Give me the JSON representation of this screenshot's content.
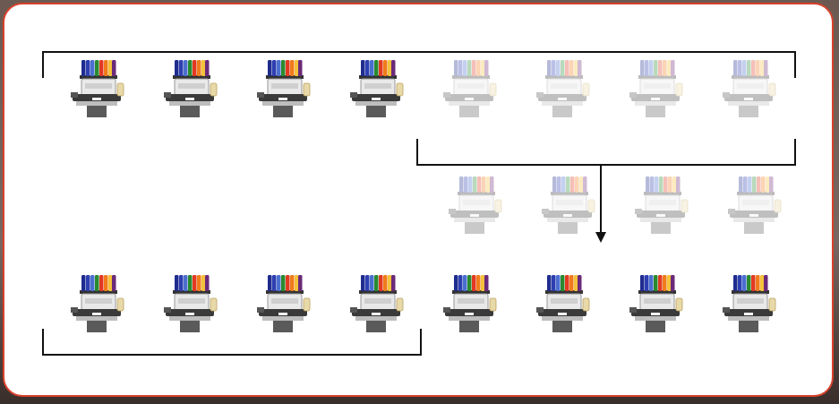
{
  "diagram": {
    "description_colors": {
      "panel_border": "#d9412b",
      "thread_colors": [
        "#1f2c8f",
        "#2d3fb0",
        "#4b6fcf",
        "#2a8a2f",
        "#e23a22",
        "#f07b1b",
        "#f4c23a",
        "#6b2a7a"
      ]
    },
    "rows": [
      {
        "name": "top-row",
        "machines": [
          {
            "state": "active"
          },
          {
            "state": "active"
          },
          {
            "state": "active"
          },
          {
            "state": "active"
          },
          {
            "state": "faded"
          },
          {
            "state": "faded"
          },
          {
            "state": "faded"
          },
          {
            "state": "faded"
          }
        ]
      },
      {
        "name": "middle-row",
        "machines": [
          {
            "state": "faded"
          },
          {
            "state": "faded"
          },
          {
            "state": "faded"
          },
          {
            "state": "faded"
          }
        ]
      },
      {
        "name": "bottom-row",
        "machines": [
          {
            "state": "active"
          },
          {
            "state": "active"
          },
          {
            "state": "active"
          },
          {
            "state": "active"
          },
          {
            "state": "active"
          },
          {
            "state": "active"
          },
          {
            "state": "active"
          },
          {
            "state": "active"
          }
        ]
      }
    ],
    "icons": [
      "embroidery-machine-icon",
      "down-arrow-icon"
    ]
  }
}
